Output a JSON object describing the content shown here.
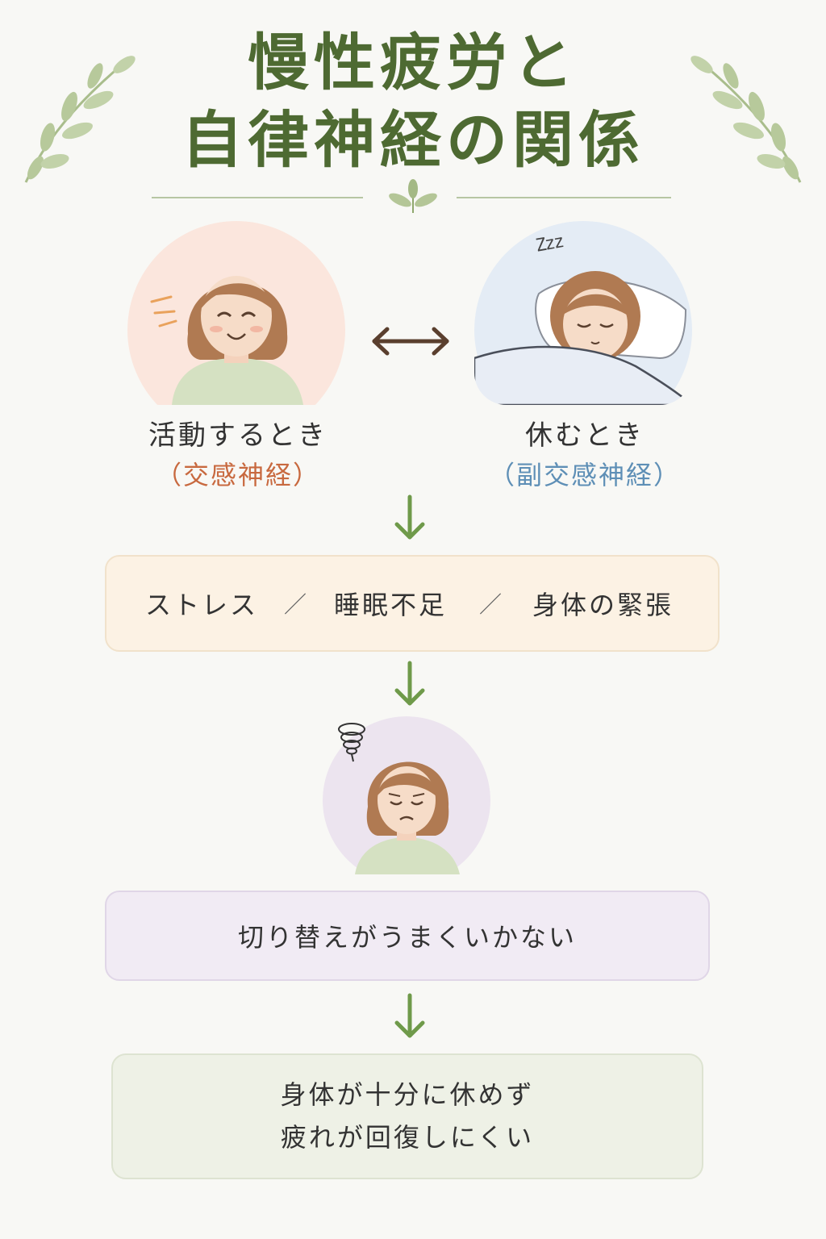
{
  "title": {
    "line1": "慢性疲労と",
    "line2": "自律神経の関係"
  },
  "states": {
    "active": {
      "label": "活動するとき",
      "nerve": "（交感神経）",
      "nerve_color": "#c8693f",
      "bg_color": "#fbe6dd"
    },
    "rest": {
      "label": "休むとき",
      "nerve": "（副交感神経）",
      "nerve_color": "#5e8fb6",
      "bg_color": "#e4ecf5",
      "sleep_mark": "Zzz"
    }
  },
  "causes": [
    "ストレス",
    "睡眠不足",
    "身体の緊張"
  ],
  "separator": "／",
  "switch_problem": "切り替えがうまくいかない",
  "result": {
    "line1": "身体が十分に休めず",
    "line2": "疲れが回復しにくい"
  },
  "colors": {
    "title": "#4e6a32",
    "arrow": "#6f9a4a",
    "double_arrow": "#5a3f2e",
    "leaf": "#a9bd8c"
  }
}
